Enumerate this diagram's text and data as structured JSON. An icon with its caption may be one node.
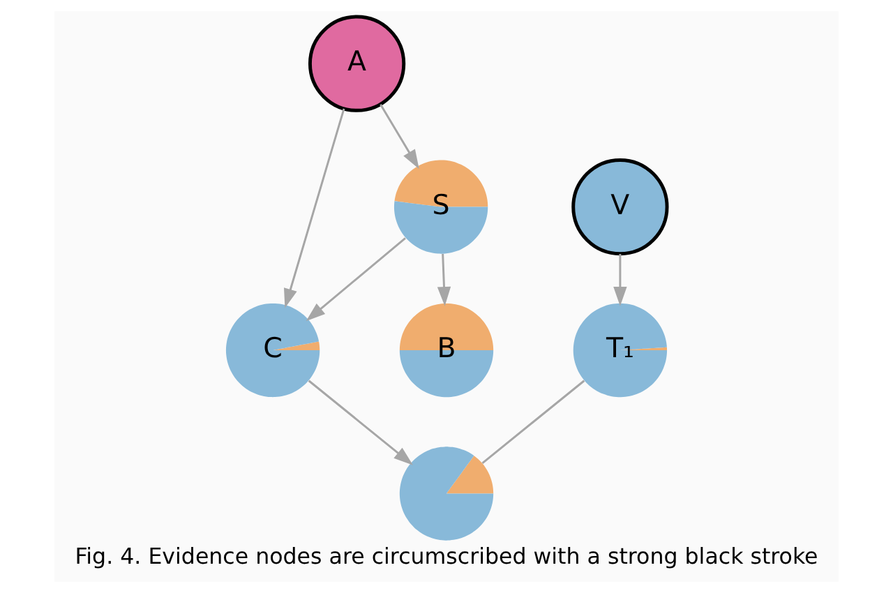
{
  "diagram": {
    "caption": "Fig. 4. Evidence nodes are circumscribed with a strong black stroke",
    "nodes": [
      {
        "text": [
          "A"
        ]
      },
      {
        "text": [
          "V"
        ]
      },
      {
        "text": [
          "S"
        ]
      },
      {
        "text": [
          "C"
        ]
      },
      {
        "text": [
          "T₁"
        ]
      },
      {
        "text": [],
        "shape": "circle"
      },
      {
        "text": [
          "B"
        ]
      }
    ],
    "edges": [
      {
        "from": 0,
        "to": 3,
        "arrow": "to"
      },
      {
        "from": 0,
        "to": 2,
        "arrow": "to"
      },
      {
        "from": 2,
        "to": 3,
        "arrow": "to"
      },
      {
        "from": 1,
        "to": 4,
        "arrow": "to"
      },
      {
        "from": 3,
        "to": 5,
        "arrow": "to"
      },
      {
        "from": 2,
        "to": 6,
        "arrow": "to"
      },
      {
        "from": 4,
        "to": 5,
        "arrow": "none"
      }
    ]
  }
}
